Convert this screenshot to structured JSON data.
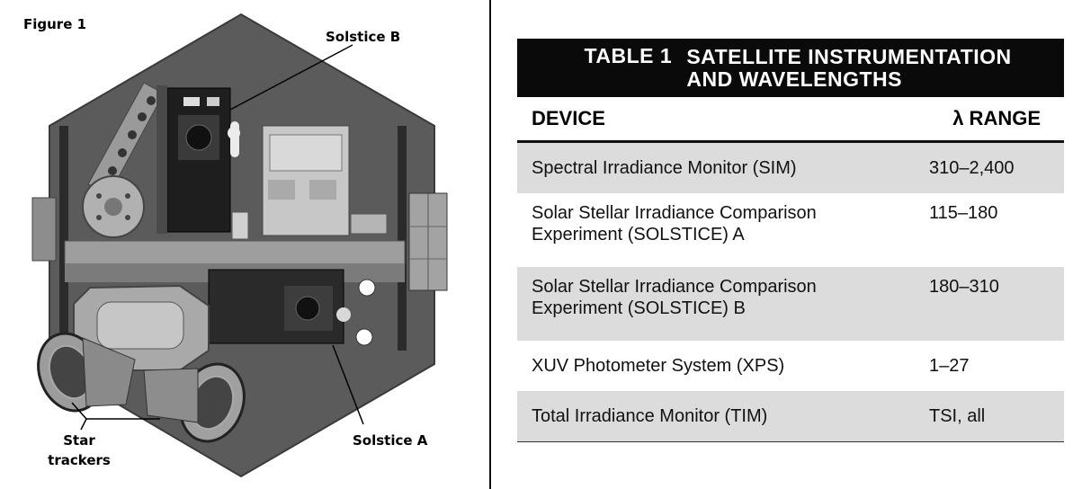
{
  "figure": {
    "label": "Figure 1",
    "callouts": {
      "solstice_b": "Solstice B",
      "solstice_a": "Solstice A",
      "star_trackers": "Star\ntrackers"
    }
  },
  "table": {
    "number": "TABLE 1",
    "title_line1": "SATELLITE INSTRUMENTATION",
    "title_line2": "AND WAVELENGTHS",
    "columns": [
      "DEVICE",
      "λ RANGE"
    ],
    "rows": [
      {
        "device": "Spectral Irradiance Monitor (SIM)",
        "range": "310–2,400"
      },
      {
        "device_line1": "Solar Stellar Irradiance Comparison",
        "device_line2": "Experiment (SOLSTICE) A",
        "range": "115–180"
      },
      {
        "device_line1": "Solar Stellar Irradiance Comparison",
        "device_line2": "Experiment (SOLSTICE) B",
        "range": "180–310"
      },
      {
        "device": "XUV Photometer System (XPS)",
        "range": "1–27"
      },
      {
        "device": "Total Irradiance Monitor (TIM)",
        "range": "TSI, all"
      }
    ]
  }
}
